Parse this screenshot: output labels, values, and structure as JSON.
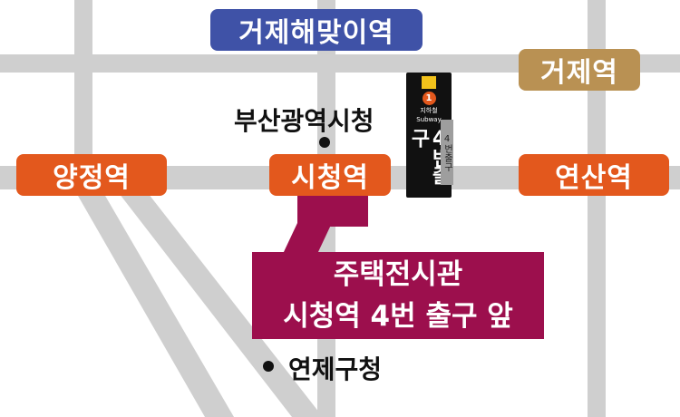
{
  "map": {
    "stations": {
      "geoje_haemaji": "거제해맞이역",
      "geoje": "거제역",
      "yangjeong": "양정역",
      "city_hall": "시청역",
      "yeonsan": "연산역"
    },
    "landmarks": {
      "busan_city_hall": "부산광역시청",
      "yeonje_office": "연제구청"
    },
    "destination": {
      "line1": "주택전시관",
      "line2": "시청역 4번 출구 앞"
    },
    "exit_sign": {
      "line_number": "1",
      "subway_korean": "지하철",
      "subway_english": "Subway",
      "exit_label": "4번출구",
      "side_text": "4번출구"
    },
    "colors": {
      "road": "#cfcfcf",
      "blue_station": "#3f52a7",
      "orange_station": "#e3581d",
      "gold_station": "#b99153",
      "destination": "#9c0f4d"
    },
    "icons": [
      "landmark-dot-icon",
      "subway-line-badge-icon",
      "exit-sign-icon"
    ]
  }
}
